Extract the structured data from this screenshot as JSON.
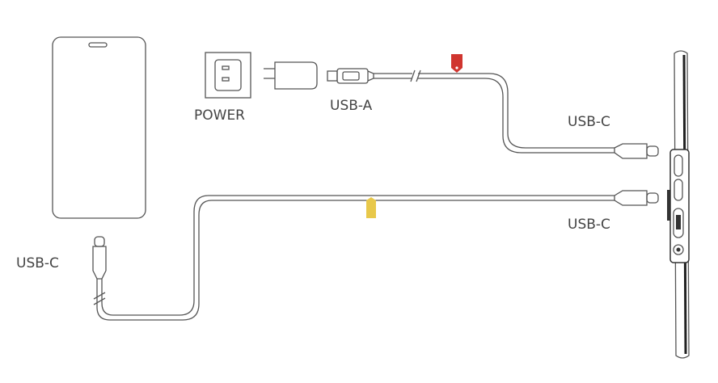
{
  "labels": {
    "power": "POWER",
    "usb_a": "USB-A",
    "usb_c_top": "USB-C",
    "usb_c_bottom": "USB-C",
    "usb_c_phone": "USB-C"
  },
  "colors": {
    "red_tag": "#d0352f",
    "yellow_tag": "#e8c84a",
    "line": "#555555"
  }
}
